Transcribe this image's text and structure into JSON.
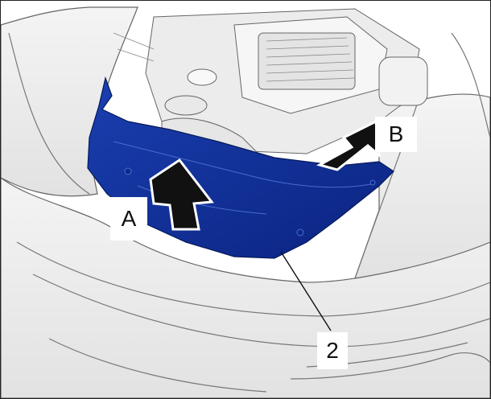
{
  "figure": {
    "callouts": {
      "a": "A",
      "b": "B",
      "part": "2"
    },
    "colors": {
      "highlight_part": "#0a2a8c",
      "line_art": "#555555",
      "background": "#ffffff"
    }
  }
}
